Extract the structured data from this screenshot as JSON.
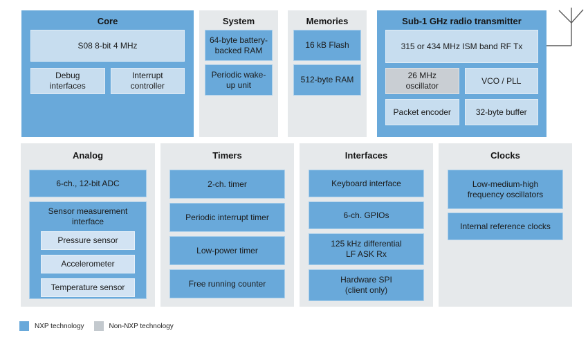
{
  "diagram": {
    "core": {
      "title": "Core",
      "cpu": "S08 8-bit 4 MHz",
      "debug": "Debug interfaces",
      "interrupt": "Interrupt controller"
    },
    "system": {
      "title": "System",
      "battery_ram": "64-byte battery-backed RAM",
      "wakeup": "Periodic wake-up unit"
    },
    "memories": {
      "title": "Memories",
      "flash": "16 kB Flash",
      "ram": "512-byte RAM"
    },
    "radio": {
      "title": "Sub-1 GHz radio transmitter",
      "rf_tx": "315 or 434 MHz ISM band RF Tx",
      "oscillator": "26 MHz oscillator",
      "vco_pll": "VCO / PLL",
      "packet_encoder": "Packet encoder",
      "buffer": "32-byte buffer"
    },
    "analog": {
      "title": "Analog",
      "adc": "6-ch., 12-bit ADC",
      "sensor_interface": "Sensor measurement interface",
      "sensors": [
        "Pressure sensor",
        "Accelerometer",
        "Temperature sensor"
      ]
    },
    "timers": {
      "title": "Timers",
      "items": [
        "2-ch. timer",
        "Periodic interrupt timer",
        "Low-power timer",
        "Free running counter"
      ]
    },
    "interfaces": {
      "title": "Interfaces",
      "items": [
        "Keyboard interface",
        "6-ch. GPIOs",
        "125 kHz differential LF ASK Rx",
        "Hardware SPI (client only)"
      ]
    },
    "clocks": {
      "title": "Clocks",
      "items": [
        "Low-medium-high frequency oscillators",
        "Internal reference clocks"
      ]
    },
    "legend": {
      "nxp": "NXP technology",
      "non_nxp": "Non-NXP technology"
    },
    "icons": {
      "antenna": "antenna-icon"
    },
    "colors": {
      "nxp_blue": "#69a9da",
      "light_blue": "#c7ddef",
      "lighter_blue": "#d2e3f3",
      "non_nxp_gray": "#c9ced3",
      "panel_gray": "#e6e9eb",
      "text": "#1b1b1b"
    }
  }
}
